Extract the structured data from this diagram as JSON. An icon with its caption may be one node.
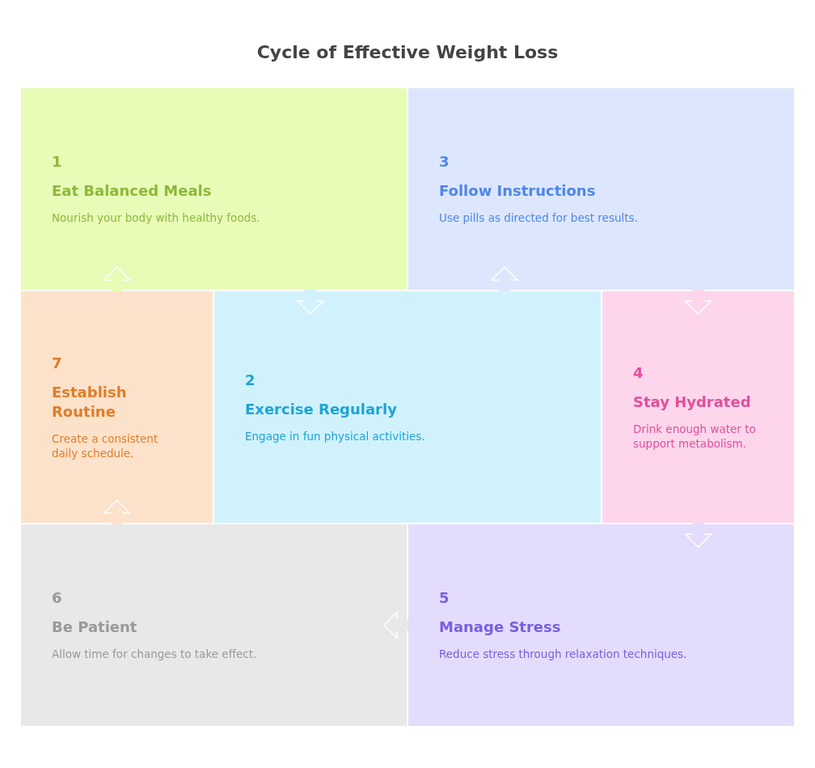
{
  "diagram": {
    "title": "Cycle of Effective Weight Loss",
    "nodes": [
      {
        "text": [
          "1",
          "Eat Balanced Meals",
          "Nourish your body with healthy foods."
        ]
      },
      {
        "text": [
          "2",
          "Exercise Regularly",
          "Engage in fun physical activities."
        ]
      },
      {
        "text": [
          "3",
          "Follow Instructions",
          "Use pills as directed for best results."
        ]
      },
      {
        "text": [
          "4",
          "Stay Hydrated",
          "Drink enough water to support metabolism."
        ]
      },
      {
        "text": [
          "5",
          "Manage Stress",
          "Reduce stress through relaxation techniques."
        ]
      },
      {
        "text": [
          "6",
          "Be Patient",
          "Allow time for changes to take effect."
        ]
      },
      {
        "text": [
          "7",
          "Establish Routine",
          "Create a consistent daily schedule."
        ]
      }
    ],
    "edges": [
      {
        "from": 0,
        "to": 1,
        "arrow": "to"
      },
      {
        "from": 1,
        "to": 2,
        "arrow": "to"
      },
      {
        "from": 2,
        "to": 3,
        "arrow": "to"
      },
      {
        "from": 3,
        "to": 4,
        "arrow": "to"
      },
      {
        "from": 4,
        "to": 5,
        "arrow": "to"
      },
      {
        "from": 5,
        "to": 6,
        "arrow": "to"
      },
      {
        "from": 6,
        "to": 0,
        "arrow": "to"
      }
    ]
  }
}
